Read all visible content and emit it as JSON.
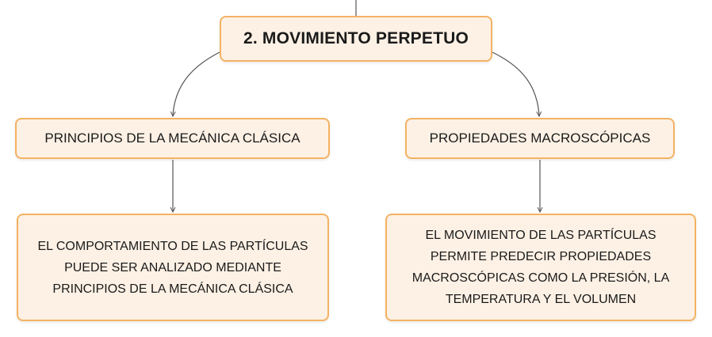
{
  "diagram": {
    "root": {
      "label": "2. MOVIMIENTO PERPETUO"
    },
    "branches": [
      {
        "label": "PRINCIPIOS DE LA MECÁNICA CLÁSICA",
        "child": {
          "label": "EL COMPORTAMIENTO DE LAS PARTÍCULAS\nPUEDE SER ANALIZADO MEDIANTE\nPRINCIPIOS DE LA MECÁNICA CLÁSICA"
        }
      },
      {
        "label": "PROPIEDADES MACROSCÓPICAS",
        "child": {
          "label": "EL MOVIMIENTO DE LAS PARTÍCULAS\nPERMITE PREDECIR PROPIEDADES\nMACROSCÓPICAS COMO LA PRESIÓN, LA\nTEMPERATURA Y EL VOLUMEN"
        }
      }
    ],
    "colors": {
      "node_fill": "#fdf1e5",
      "node_border": "#f4b263",
      "connector": "#555555"
    }
  }
}
